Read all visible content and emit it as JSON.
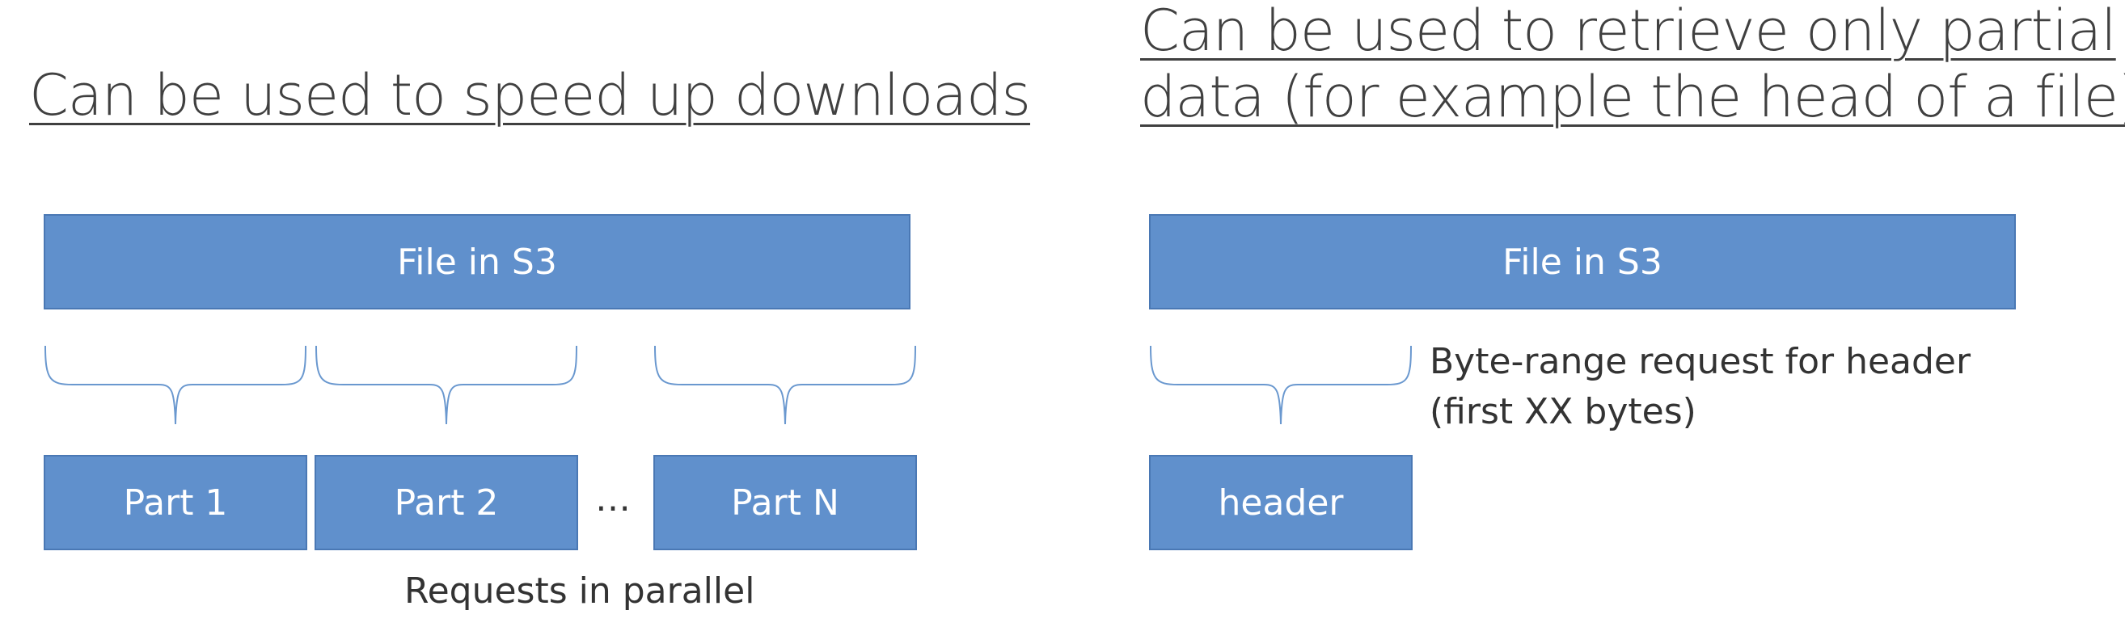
{
  "left": {
    "heading": "Can be used to speed up downloads",
    "file_label": "File in S3",
    "parts": [
      "Part 1",
      "Part 2",
      "Part N"
    ],
    "ellipsis": "…",
    "caption": "Requests in parallel"
  },
  "right": {
    "heading_line1": "Can be used to retrieve only partial",
    "heading_line2": "data (for example the head of a file)",
    "file_label": "File in S3",
    "request_line1": "Byte-range request for header",
    "request_line2": "(first XX bytes)",
    "header_label": "header"
  },
  "colors": {
    "box_fill": "#6090cc",
    "box_border": "#4a78b4",
    "brace": "#6a98cf",
    "heading_text": "#404040"
  }
}
